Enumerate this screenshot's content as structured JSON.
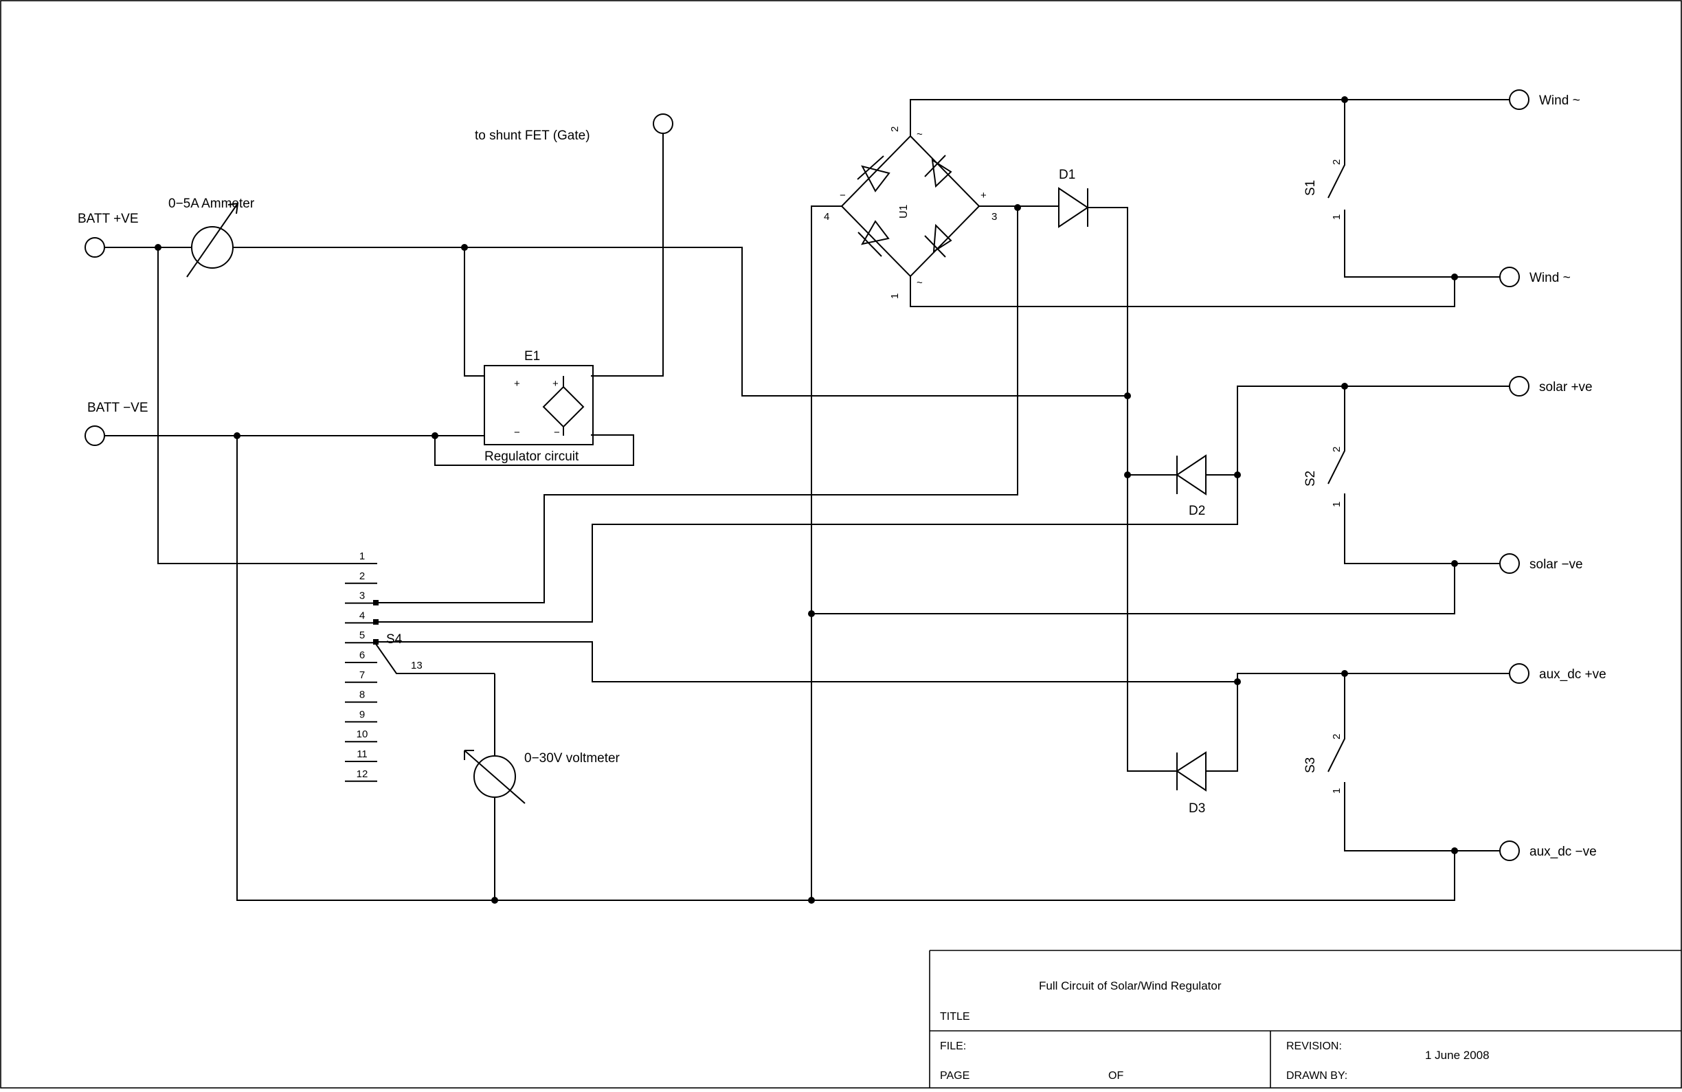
{
  "drawing": {
    "title_text": "Full Circuit of Solar/Wind Regulator",
    "revision_text": "1 June 2008"
  },
  "title_block": {
    "title_label": "TITLE",
    "file_label": "FILE:",
    "page_label": "PAGE",
    "of_label": "OF",
    "revision_label": "REVISION:",
    "drawn_by_label": "DRAWN BY:"
  },
  "terminals": {
    "batt_pos": "BATT +VE",
    "batt_neg": "BATT −VE",
    "shunt_fet": "to shunt FET (Gate)",
    "wind_a": "Wind ~",
    "wind_b": "Wind ~",
    "solar_pos": "solar +ve",
    "solar_neg": "solar −ve",
    "aux_pos": "aux_dc +ve",
    "aux_neg": "aux_dc −ve"
  },
  "components": {
    "ammeter": "0−5A Ammeter",
    "voltmeter": "0−30V voltmeter",
    "e1": "E1",
    "regulator": "Regulator circuit",
    "e1_plus_a": "+",
    "e1_plus_b": "+",
    "e1_minus_a": "−",
    "e1_minus_b": "−",
    "u1": "U1",
    "u1_pin1": "1",
    "u1_pin2": "2",
    "u1_pin3": "3",
    "u1_pin4": "4",
    "u1_ac_top": "~",
    "u1_ac_bottom": "~",
    "u1_plus": "+",
    "u1_minus": "−",
    "d1": "D1",
    "d2": "D2",
    "d3": "D3",
    "s1": "S1",
    "s2": "S2",
    "s3": "S3",
    "s4": "S4",
    "s_pin1": "1",
    "s_pin2": "2",
    "s4_common": "13",
    "s4_positions": [
      "1",
      "2",
      "3",
      "4",
      "5",
      "6",
      "7",
      "8",
      "9",
      "10",
      "11",
      "12"
    ]
  }
}
